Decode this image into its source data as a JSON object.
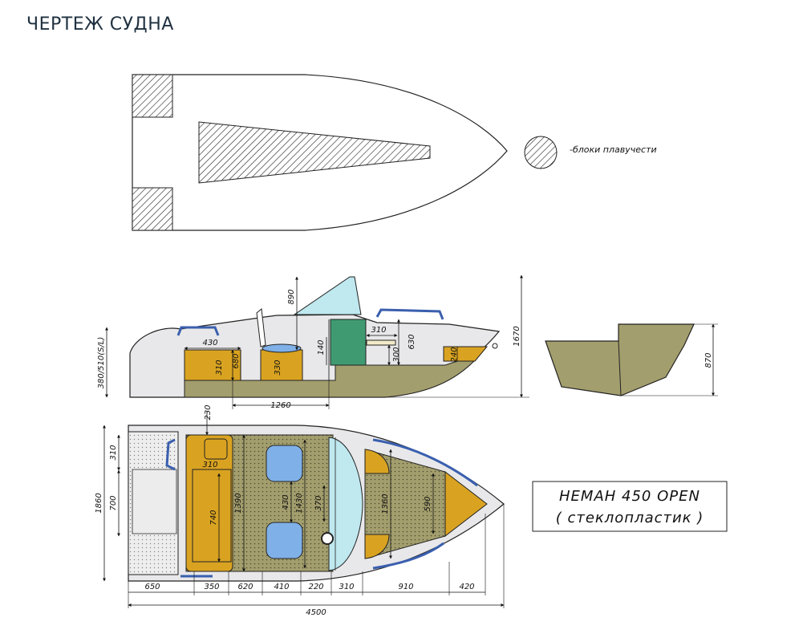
{
  "page": {
    "title": "ЧЕРТЕЖ СУДНА"
  },
  "legend": {
    "label": "-блоки плавучести"
  },
  "model": {
    "line1": "НЕМАН  450  OPEN",
    "line2": "( стеклопластик )"
  },
  "side_view": {
    "dims": {
      "d380": "380/510(S/L)",
      "d890": "890",
      "d1670": "1670",
      "d430": "430",
      "d680": "680",
      "d310a": "310",
      "d330": "330",
      "d140": "140",
      "d310b": "310",
      "d630": "630",
      "d300": "300",
      "d240": "240",
      "d1260": "1260"
    }
  },
  "transom_view": {
    "dims": {
      "d870": "870"
    }
  },
  "top_view": {
    "dims": {
      "d230": "230",
      "d310c": "310",
      "d310d": "310",
      "d700": "700",
      "d1860": "1860",
      "d740": "740",
      "d1390": "1390",
      "d430b": "430",
      "d1430": "1430",
      "d370": "370",
      "d1360": "1360",
      "d590": "590"
    },
    "bottom_dims": {
      "d650": "650",
      "d350": "350",
      "d620": "620",
      "d410": "410",
      "d220": "220",
      "d310e": "310",
      "d910": "910",
      "d420": "420",
      "d4500": "4500"
    }
  },
  "colors": {
    "ochre": "#d9a321",
    "olive": "#a39e6d",
    "green": "#3f9a72",
    "glass": "#bfe8ef",
    "seat": "#7fb0e8",
    "hull_light": "#e8e8ea",
    "title": "#1f3140"
  }
}
